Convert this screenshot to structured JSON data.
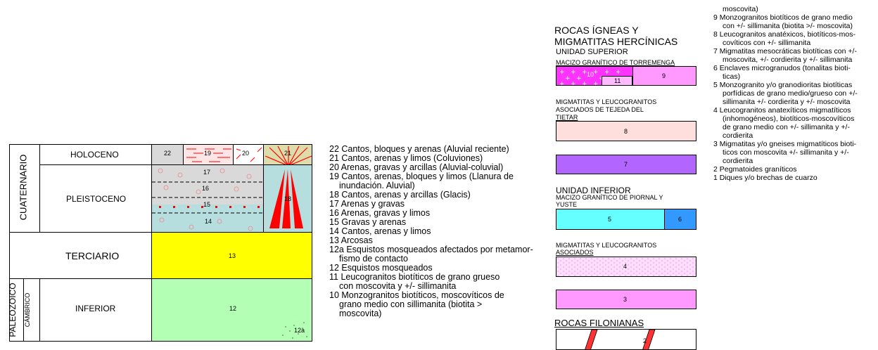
{
  "strat": {
    "era_cuaternario": "CUATERNARIO",
    "era_paleozoico": "PALEOZOICO",
    "period_cambrico": "CÁMBRICO",
    "holoceno": "HOLOCENO",
    "pleistoceno": "PLEISTOCENO",
    "terciario": "TERCIARIO",
    "inferior": "INFERIOR",
    "n22": "22",
    "n19": "19",
    "n20": "20",
    "n21": "21",
    "n17": "17",
    "n16": "16",
    "n15": "15",
    "n14": "14",
    "n18": "18",
    "n13": "13",
    "n12": "12",
    "n12a": "12a"
  },
  "legend": [
    {
      "text": "22 Cantos, bloques y arenas (Aluvial reciente)",
      "indent": false
    },
    {
      "text": "21 Cantos, arenas y limos (Coluviones)",
      "indent": false
    },
    {
      "text": "20 Arenas, gravas y arcillas (Aluvial-coluvial)",
      "indent": false
    },
    {
      "text": "19 Cantos, arenas, bloques y limos (Llanura de",
      "indent": false
    },
    {
      "text": "inundación. Aluvial)",
      "indent": true
    },
    {
      "text": "18 Cantos, arenas y arcillas (Glacis)",
      "indent": false
    },
    {
      "text": "17 Arenas y gravas",
      "indent": false
    },
    {
      "text": "16 Arenas, gravas y limos",
      "indent": false
    },
    {
      "text": "15 Gravas y arenas",
      "indent": false
    },
    {
      "text": "14 Cantos, arenas y limos",
      "indent": false
    },
    {
      "text": "13 Arcosas",
      "indent": false
    },
    {
      "text": "12a Esquistos mosqueados afectados por metamor-",
      "indent": false
    },
    {
      "text": "fismo de contacto",
      "indent": true
    },
    {
      "text": "12 Esquistos mosqueados",
      "indent": false
    },
    {
      "text": "11 Leucogranitos biotíticos de grano grueso",
      "indent": false
    },
    {
      "text": "con moscovita y +/- sillimanita",
      "indent": true
    },
    {
      "text": "10 Monzogranitos biotíticos, moscovíticos de",
      "indent": false
    },
    {
      "text": "grano medio con sillimanita (biotita >",
      "indent": true
    },
    {
      "text": "moscovita)",
      "indent": true
    }
  ],
  "igneous": {
    "heading1": "ROCAS ÍGNEAS Y",
    "heading2": "MIGMATITAS HERCÍNICAS",
    "unidad_superior": "UNIDAD SUPERIOR",
    "macizo_torremenga": "MACIZO GRANÍTICO DE TORREMENGA",
    "n10": "10",
    "n11": "11",
    "n9": "9",
    "migm_tejeda_1": "MIGMATITAS Y LEUCOGRANITOS",
    "migm_tejeda_2": "ASOCIADOS DE TEJEDA DEL",
    "migm_tejeda_3": "TIETAR",
    "n8": "8",
    "n7": "7",
    "unidad_inferior": "UNIDAD INFERIOR",
    "macizo_piornal_1": "MACIZO GRANÍTICO DE PIORNAL Y",
    "macizo_piornal_2": "YUSTE",
    "n5": "5",
    "n6": "6",
    "migm_asoc_1": "MIGMATITAS Y LEUCOGRANITOS",
    "migm_asoc_2": "ASOCIADOS",
    "n4": "4",
    "n3": "3",
    "filonianas": "ROCAS FILONIANAS",
    "n2": "2"
  },
  "right_legend": [
    {
      "text": "moscovita)",
      "indent": true
    },
    {
      "text": "9 Monzogranitos biotíticos de grano medio",
      "indent": false
    },
    {
      "text": "con +/- sillimanita (biotita >/- moscovita)",
      "indent": true
    },
    {
      "text": "8 Leucogranitos anatéxicos, biotíticos-mos-",
      "indent": false
    },
    {
      "text": "covíticos con +/- sillimanita",
      "indent": true
    },
    {
      "text": "7 Migmatitas mesocráticas biotíticas con +/-",
      "indent": false
    },
    {
      "text": "moscovita, +/- cordierita y +/- sillimanita",
      "indent": true
    },
    {
      "text": "6 Enclaves microgranudos (tonalitas bioti-",
      "indent": false
    },
    {
      "text": "ticas)",
      "indent": true
    },
    {
      "text": "5 Monzogranito y/o granodioritas biotíticas",
      "indent": false
    },
    {
      "text": "porfídicas de grano medio/grueso con +/-",
      "indent": true
    },
    {
      "text": "sillimanita +/- cordierita y +/- moscovita",
      "indent": true
    },
    {
      "text": "4 Leucogranitos anatexíticos migmatíticos",
      "indent": false
    },
    {
      "text": "(inhomogéneos), biotíticos-moscovíticos",
      "indent": true
    },
    {
      "text": "de grano medio con +/- sillimanita y +/-",
      "indent": true
    },
    {
      "text": "cordierita",
      "indent": true
    },
    {
      "text": "3 Migmatitas y/o gneises migmatíticos bioti-",
      "indent": false
    },
    {
      "text": "ticos con moscovita +/- sillimanita y +/-",
      "indent": true
    },
    {
      "text": "cordierita",
      "indent": true
    },
    {
      "text": "2 Pegmatoides graníticos",
      "indent": false
    },
    {
      "text": "1 Diques y/o brechas de cuarzo",
      "indent": false
    }
  ],
  "colors": {
    "holoceno_gray": "#d9d9d9",
    "pleistoceno_teal": "#b7dede",
    "terciario_yellow": "#ffff00",
    "inferior_green": "#b3ffb3",
    "magenta": "#ff33ff",
    "pink": "#ff99ff",
    "light_pink": "#ffdede",
    "purple": "#b366ff",
    "cyan": "#66ffff",
    "blue": "#3399ff",
    "red": "#ff0000"
  }
}
